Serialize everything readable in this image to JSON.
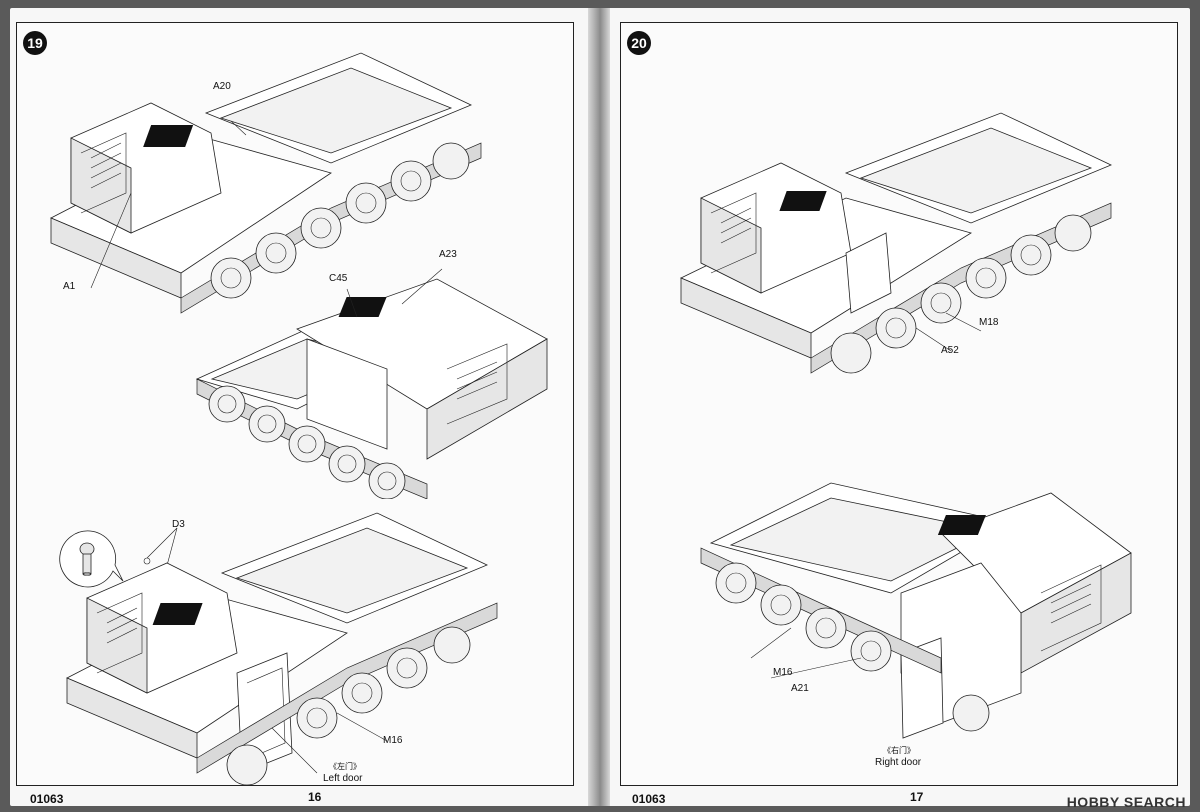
{
  "left_page": {
    "step_number": "19",
    "labels": {
      "a20": "A20",
      "a1": "A1",
      "a23": "A23",
      "c45": "C45",
      "d3": "D3",
      "m16": "M16",
      "left_door_cn": "《左门》",
      "left_door": "Left door"
    },
    "product_code": "01063",
    "page_number": "16"
  },
  "right_page": {
    "step_number": "20",
    "labels": {
      "m18": "M18",
      "a52": "A52",
      "m16": "M16",
      "a21": "A21",
      "right_door_cn": "《右门》",
      "right_door": "Right door"
    },
    "product_code": "01063",
    "page_number": "17"
  },
  "watermark": "HOBBY SEARCH"
}
